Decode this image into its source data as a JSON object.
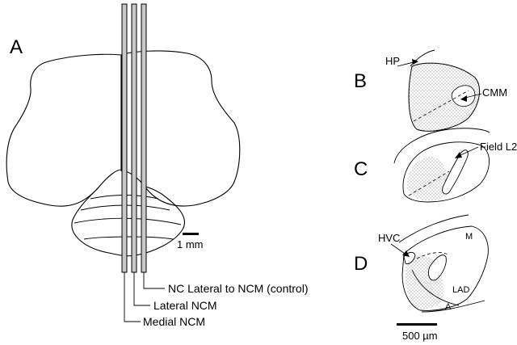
{
  "panels": {
    "a": "A",
    "b": "B",
    "c": "C",
    "d": "D"
  },
  "electrode_labels": {
    "control": "NC Lateral to NCM (control)",
    "lateral": "Lateral NCM",
    "medial": "Medial NCM"
  },
  "scale_bars": {
    "brain": "1 mm",
    "sections": "500 µm"
  },
  "region_labels": {
    "hp": "HP",
    "cmm": "CMM",
    "field_l2": "Field L2",
    "hvc": "HVC",
    "m": "M",
    "lad": "LAD",
    "a": "A"
  },
  "colors": {
    "electrode_fill": "#c8c8c8",
    "stipple": "#555555",
    "line": "#000000"
  }
}
